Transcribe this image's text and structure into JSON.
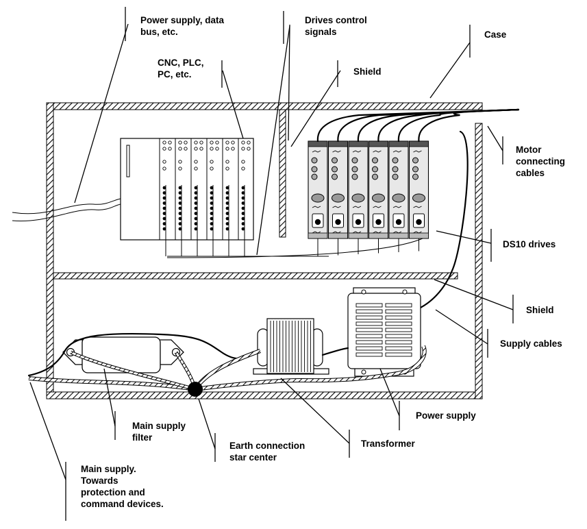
{
  "labels": {
    "power_supply_bus_1": "Power supply, data",
    "power_supply_bus_2": "bus, etc.",
    "drives_control_1": "Drives control",
    "drives_control_2": "signals",
    "case": "Case",
    "cnc_1": "CNC, PLC,",
    "cnc_2": "PC, etc.",
    "shield_top": "Shield",
    "motor_1": "Motor",
    "motor_2": "connecting",
    "motor_3": "cables",
    "ds10": "DS10 drives",
    "shield_mid": "Shield",
    "supply_cables": "Supply cables",
    "power_supply": "Power supply",
    "main_filter_1": "Main supply",
    "main_filter_2": "filter",
    "earth_1": "Earth connection",
    "earth_2": "star center",
    "transformer": "Transformer",
    "mains_1": "Main supply.",
    "mains_2": "Towards",
    "mains_3": "protection and",
    "mains_4": "command devices."
  }
}
